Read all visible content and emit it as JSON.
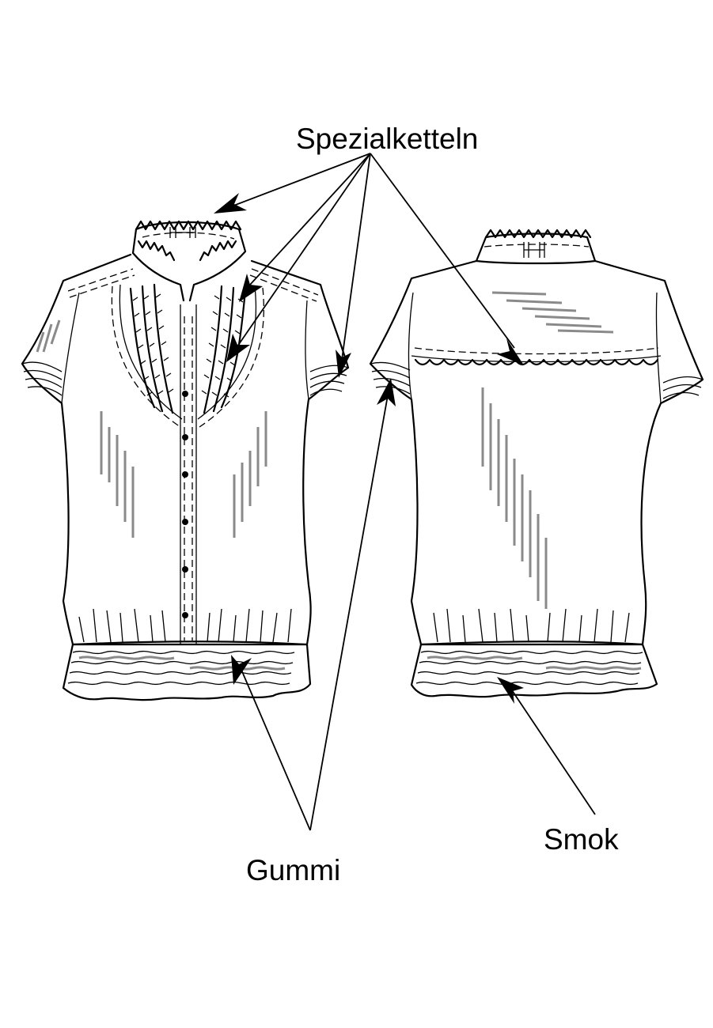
{
  "labels": {
    "special_stitch": "Spezialketteln",
    "elastic": "Gummi",
    "smocking": "Smok"
  },
  "colors": {
    "ink": "#000000",
    "shading": "#8a8a8a",
    "background": "#ffffff"
  }
}
